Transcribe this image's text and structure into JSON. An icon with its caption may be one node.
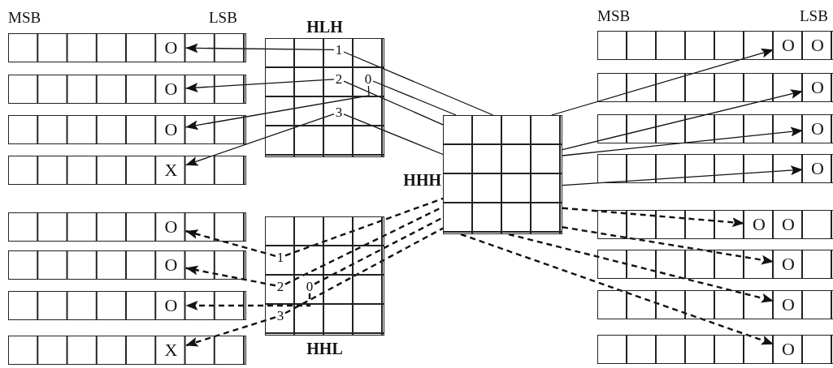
{
  "diagram": {
    "nodes": [
      {
        "text": [],
        "shape": "box"
      },
      {
        "text": [
          "O"
        ],
        "in": 0
      },
      {
        "text": [],
        "shape": "box"
      },
      {
        "text": [
          "O"
        ],
        "in": 2
      },
      {
        "text": [],
        "shape": "box"
      },
      {
        "text": [
          "O"
        ],
        "in": 4
      },
      {
        "text": [],
        "shape": "box"
      },
      {
        "text": [
          "X"
        ],
        "in": 6
      },
      {
        "text": [],
        "shape": "box"
      },
      {
        "text": [
          "O"
        ],
        "in": 8
      },
      {
        "text": [],
        "shape": "box"
      },
      {
        "text": [
          "O"
        ],
        "in": 10
      },
      {
        "text": [],
        "shape": "box"
      },
      {
        "text": [
          "O"
        ],
        "in": 12
      },
      {
        "text": [],
        "shape": "box"
      },
      {
        "text": [
          "X"
        ],
        "in": 14
      },
      {
        "text": [
          "HLH"
        ]
      },
      {
        "text": [
          "1"
        ],
        "in": 16
      },
      {
        "text": [
          "2"
        ],
        "in": 16
      },
      {
        "text": [
          "0"
        ],
        "in": 16
      },
      {
        "text": [
          "3"
        ],
        "in": 16
      },
      {
        "text": [
          "HHH"
        ]
      },
      {
        "text": [
          "HHL"
        ]
      },
      {
        "text": [
          "1"
        ],
        "in": 22
      },
      {
        "text": [
          "2"
        ],
        "in": 22
      },
      {
        "text": [
          "0"
        ],
        "in": 22
      },
      {
        "text": [
          "3"
        ],
        "in": 22
      },
      {
        "text": [],
        "shape": "box"
      },
      {
        "text": [
          "O"
        ],
        "in": 27
      },
      {
        "text": [
          "O"
        ],
        "in": 27
      },
      {
        "text": [],
        "shape": "box"
      },
      {
        "text": [
          "O"
        ],
        "in": 30
      },
      {
        "text": [],
        "shape": "box"
      },
      {
        "text": [
          "O"
        ],
        "in": 32
      },
      {
        "text": [],
        "shape": "box"
      },
      {
        "text": [
          "O"
        ],
        "in": 34
      },
      {
        "text": [],
        "shape": "box"
      },
      {
        "text": [
          "O"
        ],
        "in": 36
      },
      {
        "text": [
          "O"
        ],
        "in": 36
      },
      {
        "text": [],
        "shape": "box"
      },
      {
        "text": [
          "O"
        ],
        "in": 39
      },
      {
        "text": [],
        "shape": "box"
      },
      {
        "text": [
          "O"
        ],
        "in": 41
      },
      {
        "text": [],
        "shape": "box"
      },
      {
        "text": [
          "O"
        ],
        "in": 43
      }
    ],
    "edges": [
      {
        "from": 17,
        "to": 1,
        "arrow": "to"
      },
      {
        "from": 18,
        "to": 3,
        "arrow": "to"
      },
      {
        "from": 19,
        "to": 5,
        "arrow": "to"
      },
      {
        "from": 20,
        "to": 7,
        "arrow": "to"
      },
      {
        "from": 17,
        "to": 21,
        "arrow": "none"
      },
      {
        "from": 19,
        "to": 21,
        "arrow": "none"
      },
      {
        "from": 18,
        "to": 21,
        "arrow": "none"
      },
      {
        "from": 20,
        "to": 21,
        "arrow": "none"
      },
      {
        "from": 21,
        "to": 28,
        "arrow": "to"
      },
      {
        "from": 21,
        "to": 31,
        "arrow": "to"
      },
      {
        "from": 21,
        "to": 33,
        "arrow": "to"
      },
      {
        "from": 21,
        "to": 35,
        "arrow": "to"
      },
      {
        "from": 23,
        "to": 9,
        "arrow": "to",
        "style": "dashed"
      },
      {
        "from": 24,
        "to": 11,
        "arrow": "to",
        "style": "dashed"
      },
      {
        "from": 25,
        "to": 13,
        "arrow": "to",
        "style": "dashed"
      },
      {
        "from": 26,
        "to": 15,
        "arrow": "to",
        "style": "dashed"
      },
      {
        "from": 23,
        "to": 21,
        "arrow": "none",
        "style": "dashed"
      },
      {
        "from": 24,
        "to": 21,
        "arrow": "none",
        "style": "dashed"
      },
      {
        "from": 25,
        "to": 21,
        "arrow": "none",
        "style": "dashed"
      },
      {
        "from": 26,
        "to": 21,
        "arrow": "none",
        "style": "dashed"
      },
      {
        "from": 21,
        "to": 37,
        "arrow": "to",
        "style": "dashed"
      },
      {
        "from": 21,
        "to": 40,
        "arrow": "to",
        "style": "dashed"
      },
      {
        "from": 21,
        "to": 42,
        "arrow": "to",
        "style": "dashed"
      },
      {
        "from": 21,
        "to": 44,
        "arrow": "to",
        "style": "dashed"
      }
    ],
    "labels": [
      "MSB",
      "LSB",
      "MSB",
      "LSB"
    ]
  }
}
